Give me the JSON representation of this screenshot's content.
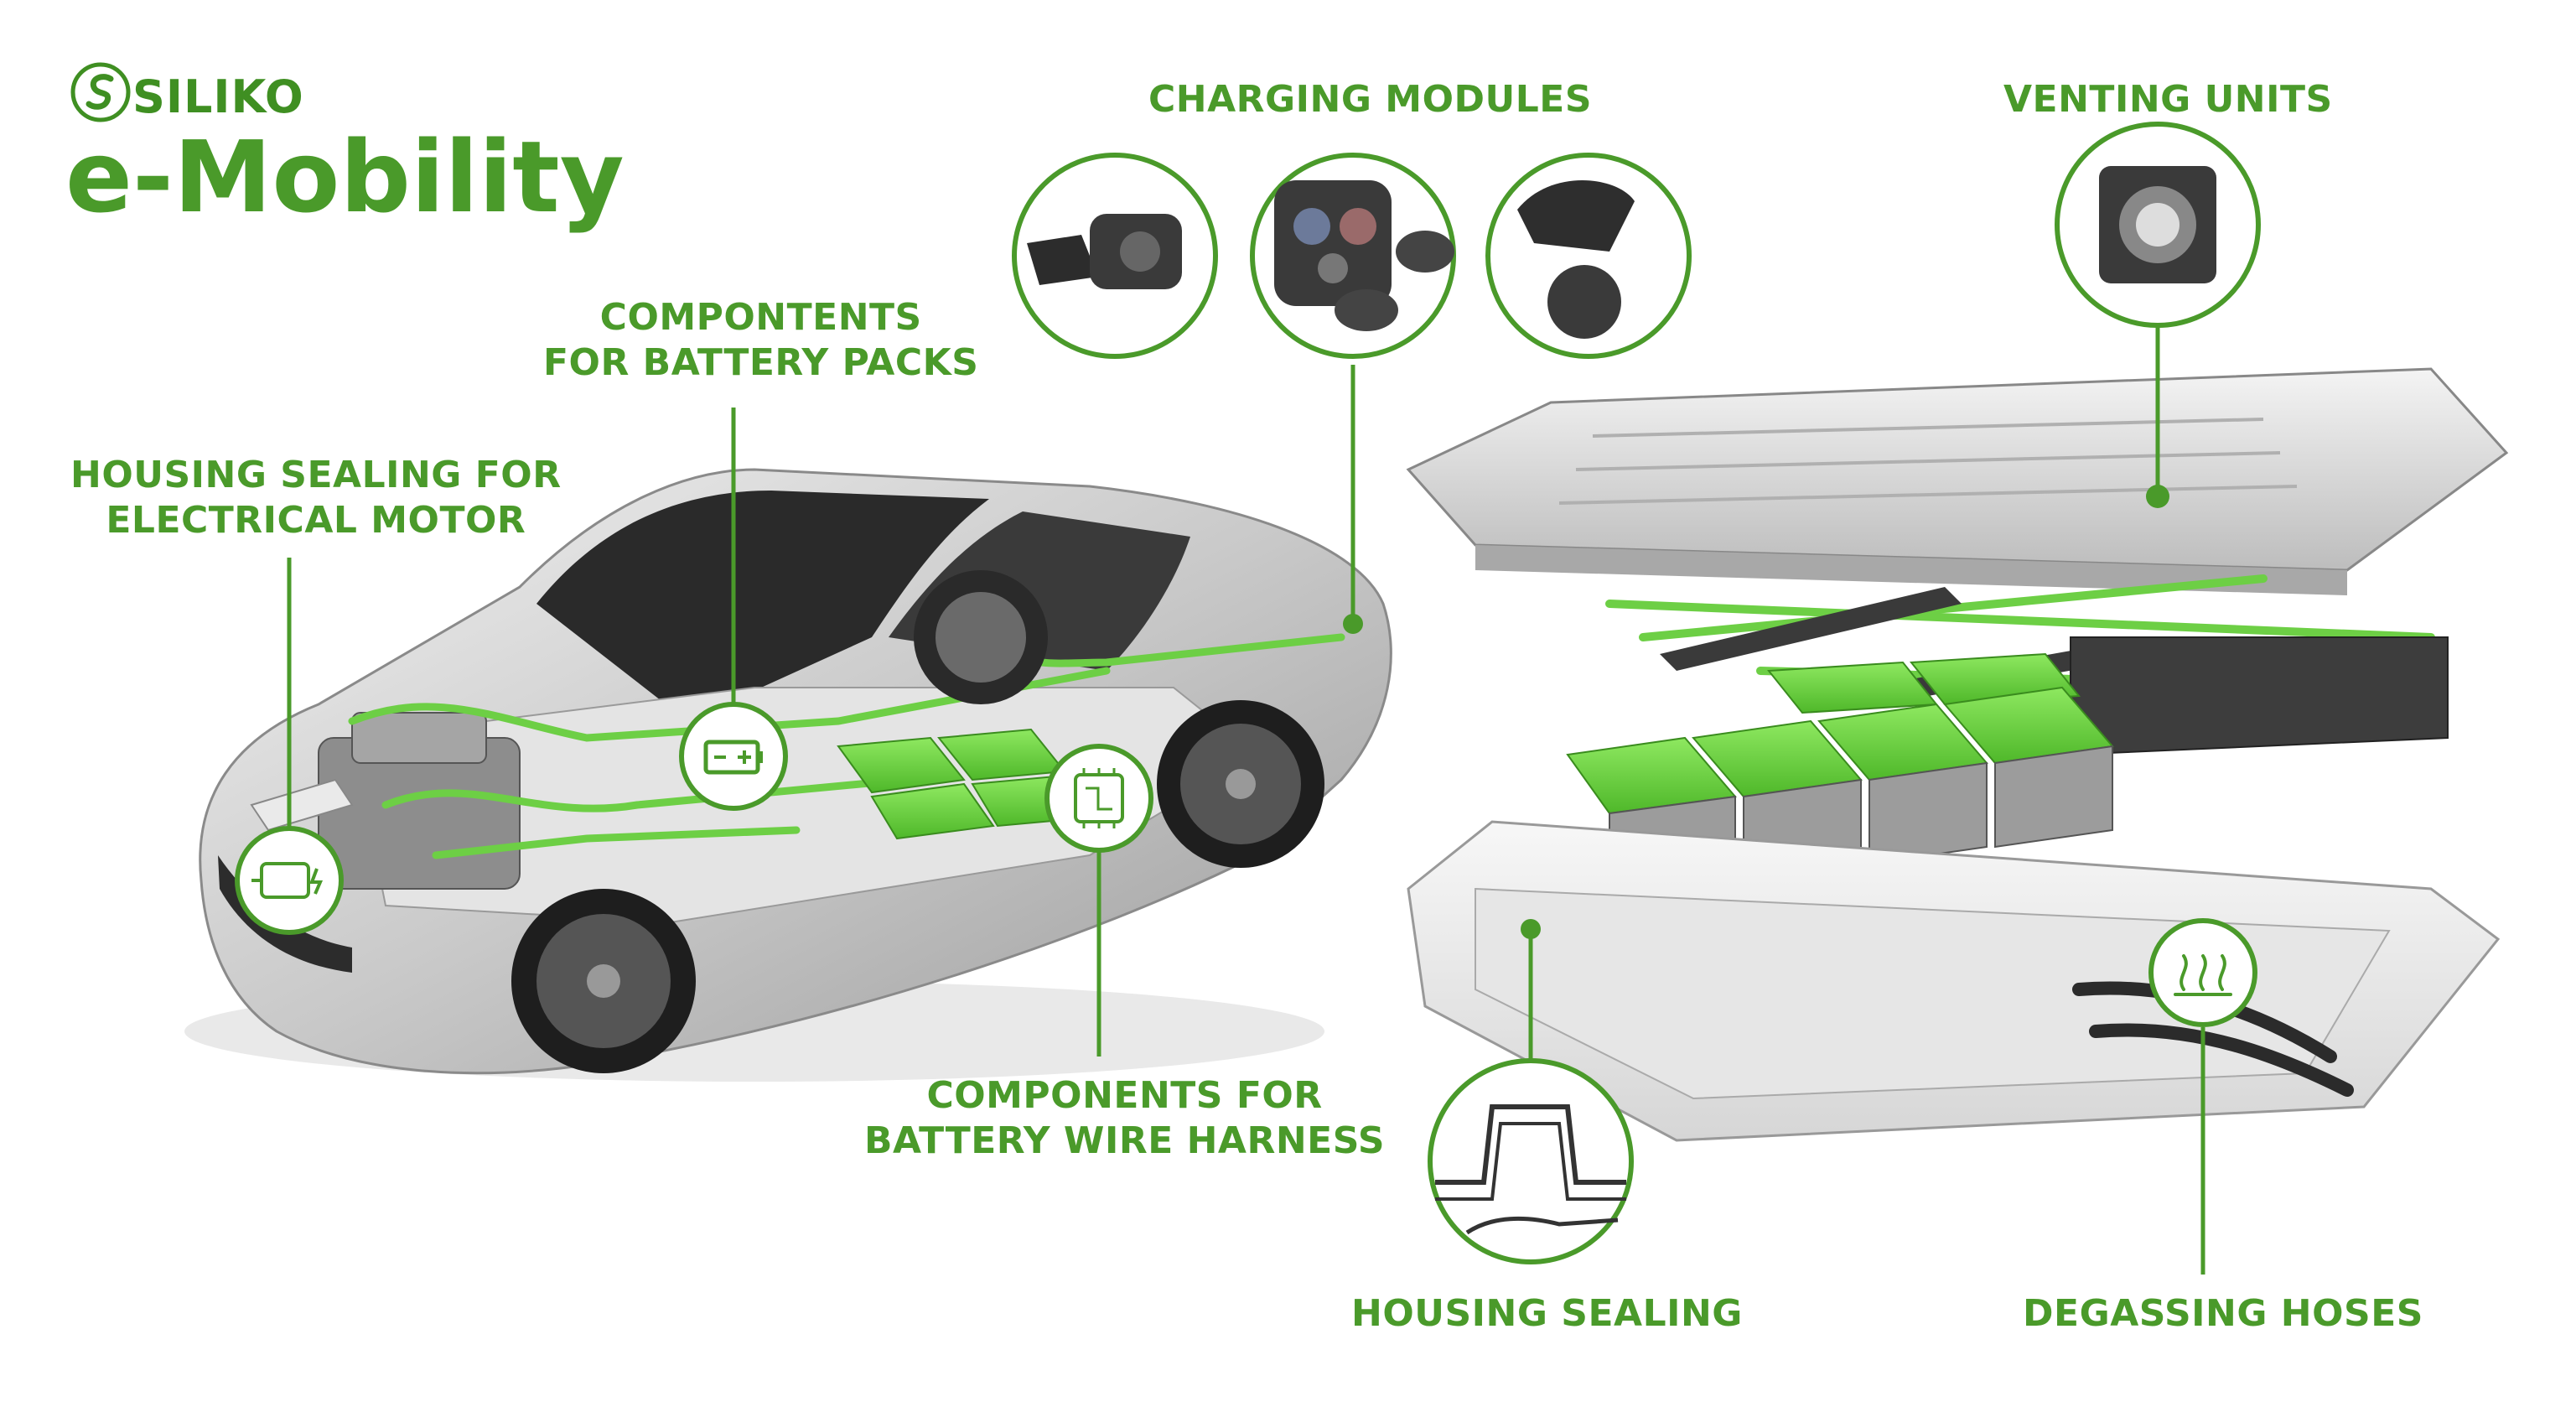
{
  "brand": {
    "name": "SILIKO",
    "title": "e-Mobility",
    "color": "#4a9a2a",
    "accent_green": "#7fdc55"
  },
  "labels": {
    "charging_modules": "CHARGING MODULES",
    "venting_units": "VENTING UNITS",
    "battery_packs_line1": "COMPONTENTS",
    "battery_packs_line2": "FOR BATTERY PACKS",
    "motor_line1": "HOUSING SEALING FOR",
    "motor_line2": "ELECTRICAL MOTOR",
    "wire_harness_line1": "COMPONENTS FOR",
    "wire_harness_line2": "BATTERY WIRE HARNESS",
    "housing_sealing": "HOUSING SEALING",
    "degassing_hoses": "DEGASSING HOSES"
  },
  "icons": {
    "charging_1": "charging-inlet-icon",
    "charging_2": "charging-socket-icon",
    "charging_3": "charging-cap-icon",
    "venting": "venting-unit-icon",
    "battery": "battery-icon",
    "motor": "electric-motor-icon",
    "chip": "circuit-chip-icon",
    "gasket": "gasket-profile-icon",
    "heat": "degassing-heat-icon"
  }
}
